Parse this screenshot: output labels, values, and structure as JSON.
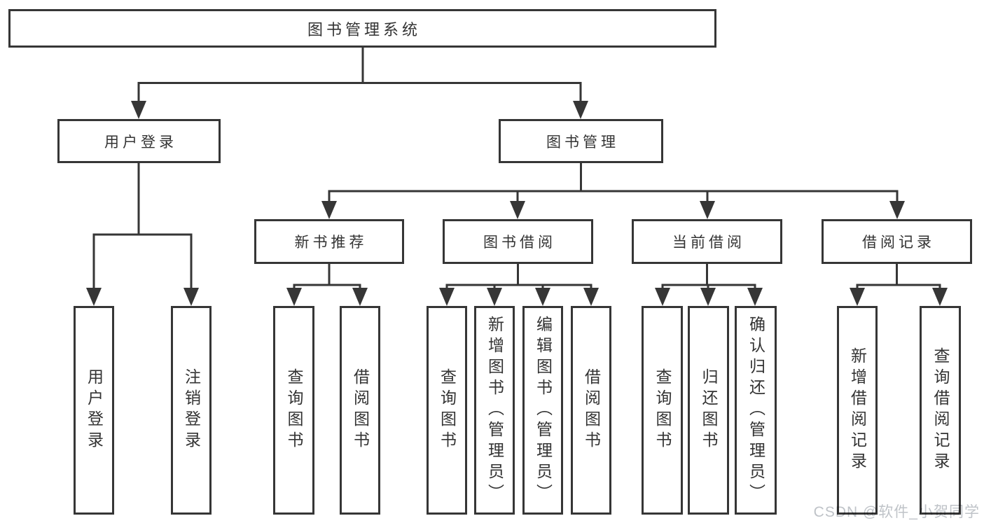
{
  "diagram": {
    "root": {
      "label": "图书管理系统"
    },
    "level2": [
      {
        "label": "用户登录",
        "leaves": [
          "用户登录",
          "注销登录"
        ]
      },
      {
        "label": "图书管理",
        "children": [
          {
            "label": "新书推荐",
            "leaves": [
              "查询图书",
              "借阅图书"
            ]
          },
          {
            "label": "图书借阅",
            "leaves": [
              "查询图书",
              "新增图书（管理员）",
              "编辑图书（管理员）",
              "借阅图书"
            ]
          },
          {
            "label": "当前借阅",
            "leaves": [
              "查询图书",
              "归还图书",
              "确认归还（管理员）"
            ]
          },
          {
            "label": "借阅记录",
            "leaves": [
              "新增借阅记录",
              "查询借阅记录"
            ]
          }
        ]
      }
    ]
  },
  "watermark": {
    "text": "CSDN @软件_小贺同学"
  },
  "colors": {
    "line": "#363636",
    "box_border": "#363636",
    "text": "#333333",
    "background": "#ffffff",
    "watermark": "#bfc3c8"
  }
}
